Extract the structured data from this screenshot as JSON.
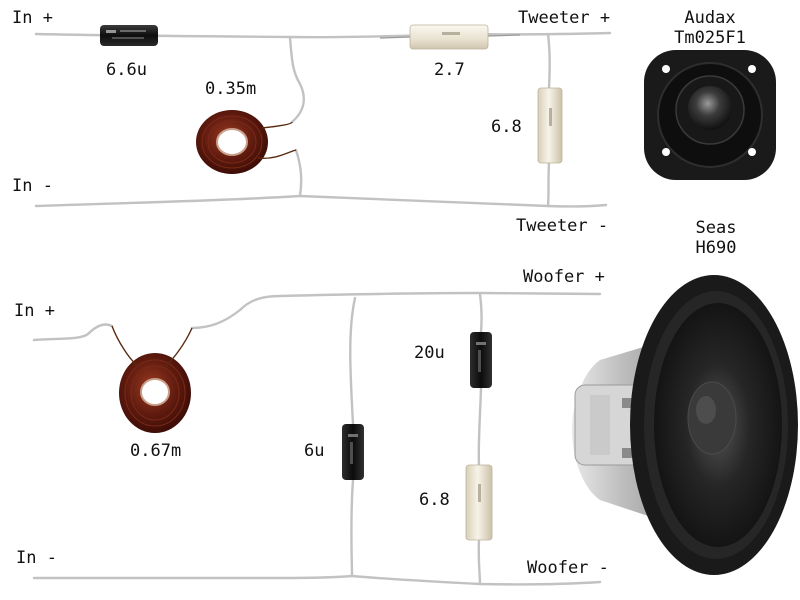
{
  "tweeter_section": {
    "in_plus": "In +",
    "in_minus": "In -",
    "out_plus": "Tweeter +",
    "out_minus": "Tweeter -",
    "series_cap": "6.6u",
    "shunt_inductor": "0.35m",
    "series_resistor": "2.7",
    "shunt_resistor": "6.8",
    "driver_brand": "Audax",
    "driver_model": "Tm025F1"
  },
  "woofer_section": {
    "in_plus": "In +",
    "in_minus": "In -",
    "out_plus": "Woofer +",
    "out_minus": "Woofer -",
    "series_inductor": "0.67m",
    "shunt_cap": "6u",
    "notch_cap": "20u",
    "notch_resistor": "6.8",
    "driver_brand": "Seas",
    "driver_model": "H690"
  },
  "colors": {
    "wire": "#c2c2c2",
    "capacitor_body": "#151515",
    "resistor_body": "#efe9da",
    "coil_copper": "#6a1f12"
  }
}
